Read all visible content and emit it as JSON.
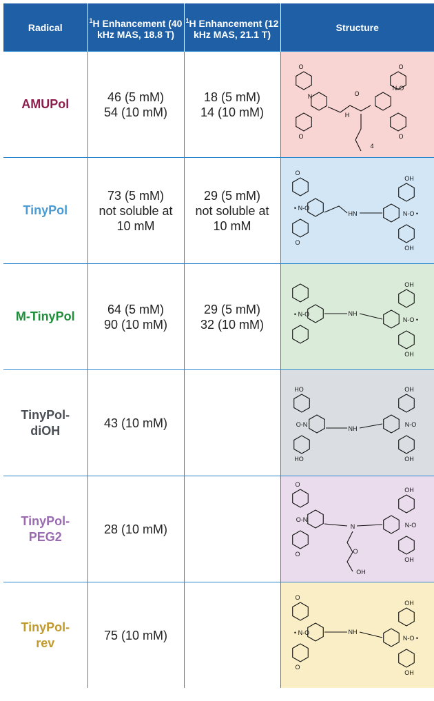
{
  "header": {
    "radical": "Radical",
    "enh40_sup": "1",
    "enh40": "H Enhancement (40 kHz MAS, 18.8 T)",
    "enh12_sup": "1",
    "enh12": "H Enhancement (12 kHz MAS, 21.1 T)",
    "structure": "Structure"
  },
  "rows": [
    {
      "name": "AMUPol",
      "name_line2": "",
      "color": "#8c1d4d",
      "bg": "#f8d5d3",
      "enh40": [
        "46 (5 mM)",
        "54 (10 mM)"
      ],
      "enh12": [
        "18 (5 mM)",
        "14 (10 mM)"
      ]
    },
    {
      "name": "TinyPol",
      "name_line2": "",
      "color": "#4a9bd4",
      "bg": "#d2e6f5",
      "enh40": [
        "73 (5 mM)",
        "not soluble at",
        "10 mM"
      ],
      "enh12": [
        "29 (5 mM)",
        "not soluble at",
        "10 mM"
      ]
    },
    {
      "name": "M-TinyPol",
      "name_line2": "",
      "color": "#1f8f3a",
      "bg": "#daecd9",
      "enh40": [
        "64 (5 mM)",
        "90 (10 mM)"
      ],
      "enh12": [
        "29 (5 mM)",
        "32 (10 mM)"
      ]
    },
    {
      "name": "TinyPol-",
      "name_line2": "diOH",
      "color": "#4a4f55",
      "bg": "#dadde1",
      "enh40": [
        "43 (10 mM)"
      ],
      "enh12": []
    },
    {
      "name": "TinyPol-",
      "name_line2": "PEG2",
      "color": "#9a6bb0",
      "bg": "#eadcec",
      "enh40": [
        "28 (10 mM)"
      ],
      "enh12": []
    },
    {
      "name": "TinyPol-",
      "name_line2": "rev",
      "color": "#c09a2e",
      "bg": "#faeec6",
      "enh40": [
        "75 (10 mM)"
      ],
      "enh12": []
    }
  ],
  "structure_labels": {
    "oh": "OH",
    "ho": "HO",
    "n_o": "N-O",
    "o_n": "O-N",
    "dot_n_o": "• N-O",
    "n_o_dot": "N-O •",
    "hn": "HN",
    "nh": "NH",
    "n": "N",
    "h": "H",
    "o": "O",
    "four": "4"
  }
}
